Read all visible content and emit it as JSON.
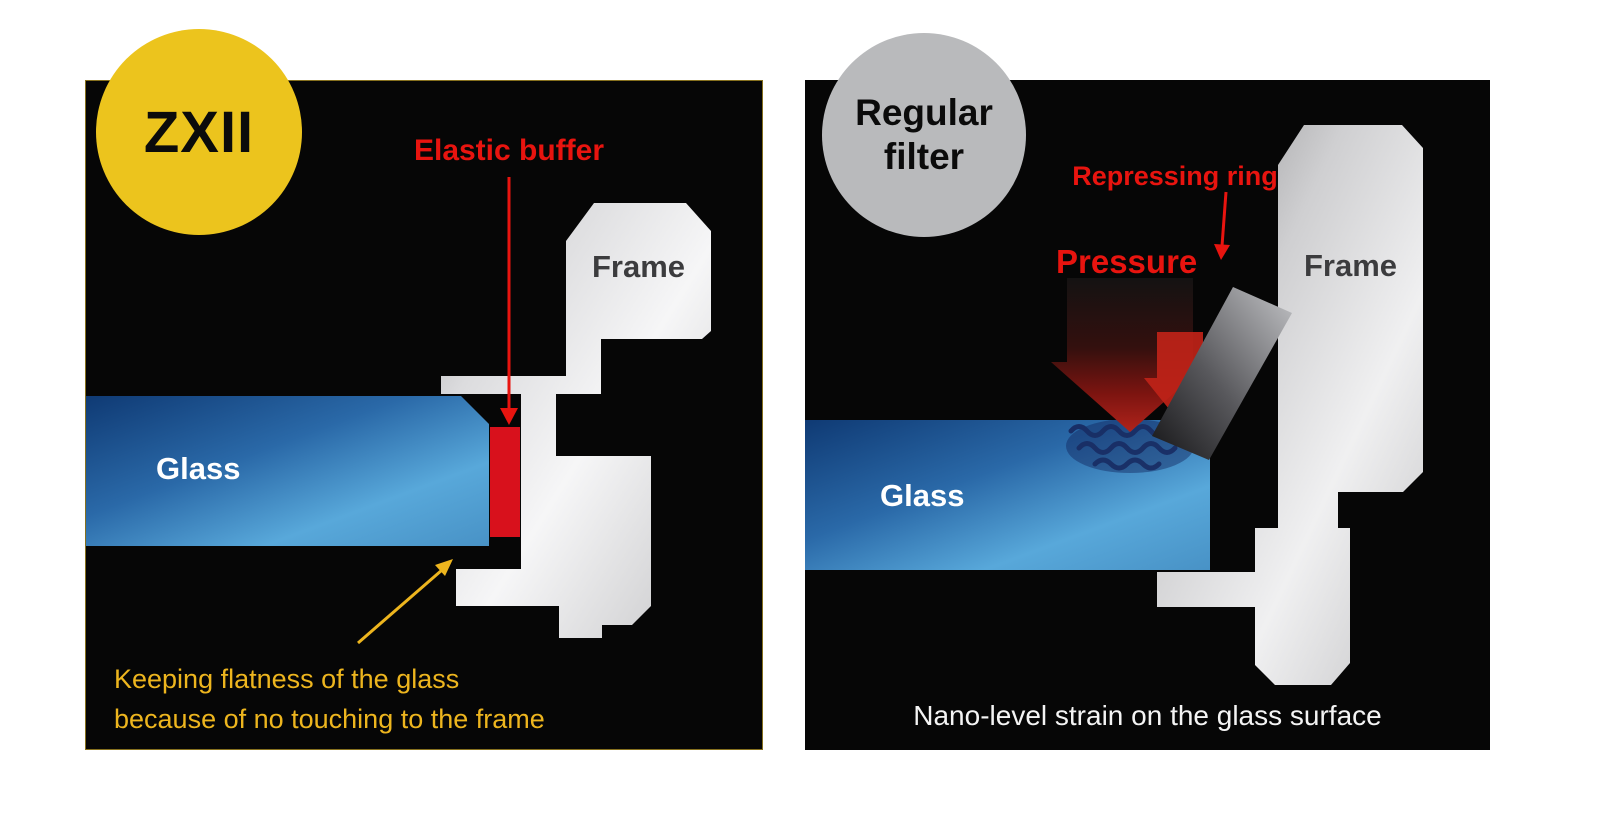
{
  "left_panel": {
    "badge_label": "ZXII",
    "annotations": {
      "elastic_buffer": "Elastic buffer",
      "frame": "Frame",
      "glass": "Glass",
      "caption_line1": "Keeping flatness of the glass",
      "caption_line2": "because of no touching to the frame"
    },
    "colors": {
      "badge": "#ecc41d",
      "caption_yellow": "#edb51e",
      "annotation_red": "#e8140f",
      "elastic_buffer": "#d8111c"
    }
  },
  "right_panel": {
    "badge_label_line1": "Regular",
    "badge_label_line2": "filter",
    "annotations": {
      "repressing_ring": "Repressing ring",
      "pressure": "Pressure",
      "frame": "Frame",
      "glass": "Glass",
      "caption": "Nano-level strain on the glass surface"
    },
    "colors": {
      "badge": "#b9babc",
      "annotation_red": "#e8140f",
      "pressure_arrow_dark": "#141212",
      "pressure_arrow_red": "#b0231b"
    }
  },
  "shared_colors": {
    "page_background": "#ffffff",
    "panel_background": "#060606",
    "glass_dark": "#0f3a74",
    "glass_light": "#58a8da",
    "frame_silver": "#e8e8ea",
    "frame_text": "#3c3c3e",
    "text_white": "#ffffff"
  }
}
